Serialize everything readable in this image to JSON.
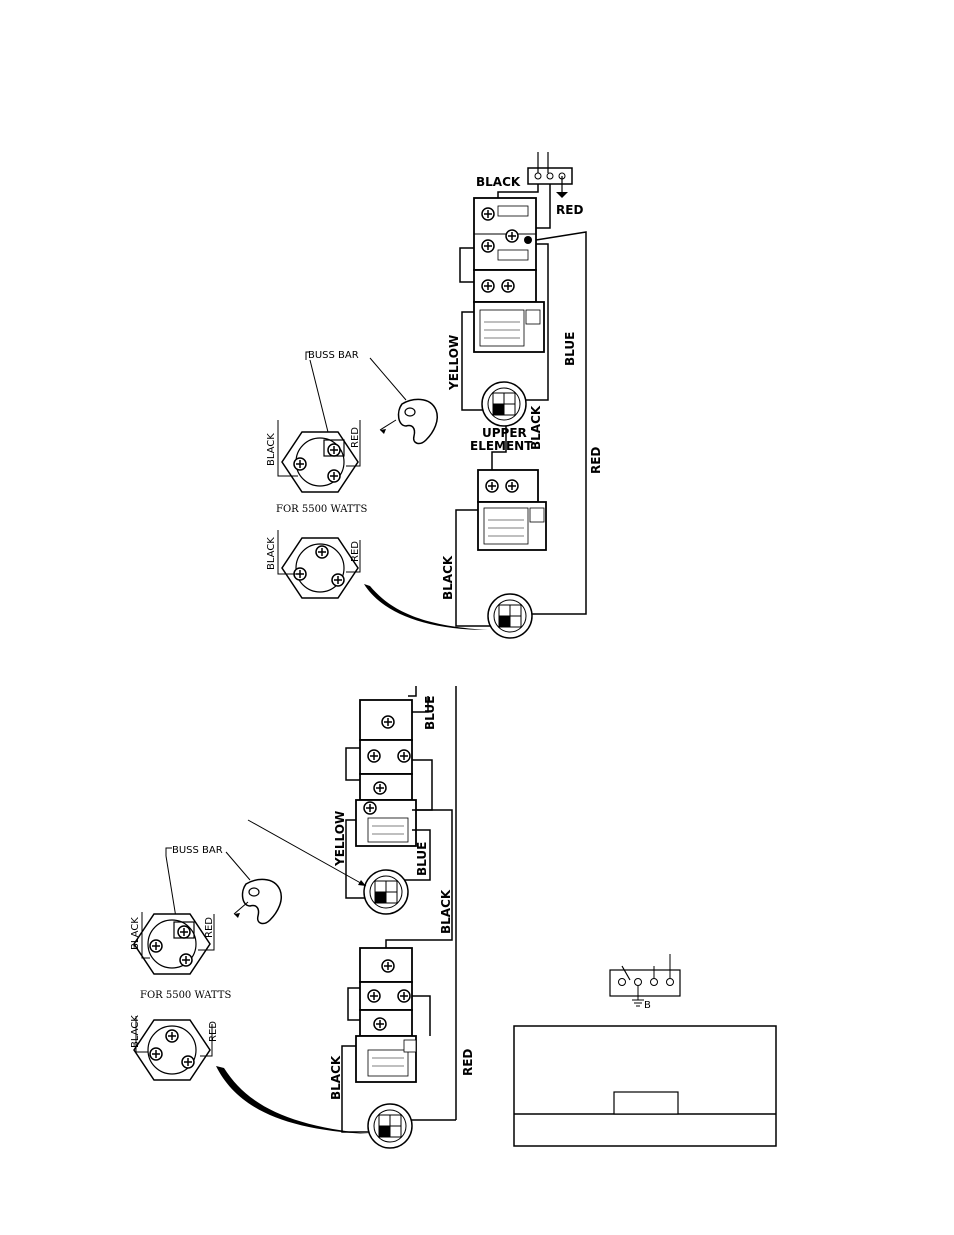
{
  "top": {
    "black_supply": "BLACK",
    "red_supply": "RED",
    "yellow": "YELLOW",
    "blue": "BLUE",
    "upper_element_1": "UPPER",
    "upper_element_2": "ELEMENT",
    "black_mid": "BLACK",
    "red_long": "RED",
    "black_lower": "BLACK",
    "buss_bar": "BUSS BAR",
    "black_e1": "BLACK",
    "red_e1": "RED",
    "for_5500": "FOR 5500 WATTS",
    "black_e2": "BLACK",
    "red_e2": "RED"
  },
  "bottom": {
    "blue_top": "BLUE",
    "yellow": "YELLOW",
    "blue": "BLUE",
    "black_mid": "BLACK",
    "black_lower": "BLACK",
    "red": "RED",
    "buss_bar": "BUSS BAR",
    "black_e1": "BLACK",
    "red_e1": "RED",
    "for_5500": "FOR 5500 WATTS",
    "black_e2": "BLACK",
    "red_e2": "RED"
  },
  "schematic": {
    "ground_label": "B"
  }
}
